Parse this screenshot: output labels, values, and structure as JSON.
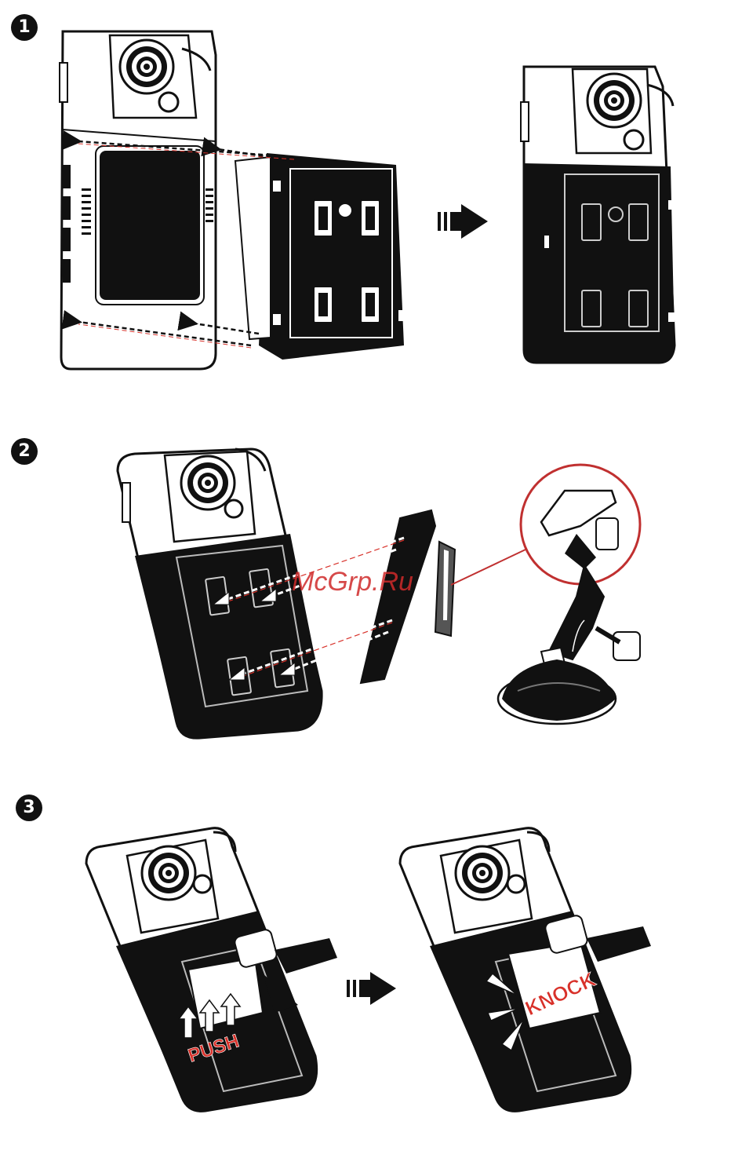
{
  "steps": [
    {
      "number": "1"
    },
    {
      "number": "2"
    },
    {
      "number": "3"
    }
  ],
  "labels": {
    "push": "PUSH",
    "knock": "KNOCK",
    "watermark": "McGrp.Ru"
  },
  "colors": {
    "accent_red": "#d8312a",
    "ink": "#111111",
    "arrow_outline": "#b03030"
  }
}
